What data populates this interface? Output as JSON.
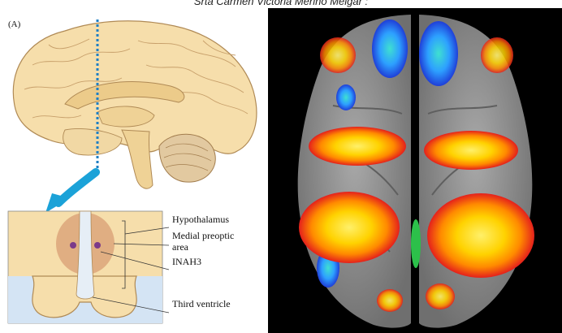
{
  "caption": "Srta Carmen Victoria Merino Melgar :",
  "panel_label": "(A)",
  "labels": {
    "hypothalamus": "Hypothalamus",
    "medial_preoptic_1": "Medial preoptic",
    "medial_preoptic_2": "area",
    "inah3": "INAH3",
    "third_ventricle": "Third ventricle"
  },
  "colors": {
    "brain_fill": "#f6deab",
    "brain_stroke": "#b08a55",
    "cerebellum": "#e2c9a0",
    "ventricle_blue": "#d4e4f4",
    "dotted_line": "#1f7fc4",
    "arrow": "#1ba2d8",
    "mpoa": "#dca67a",
    "inah3_nucleus": "#7b3a8a",
    "fmri_background": "#000000",
    "cortex_grey": "#8f8f8f",
    "activation_hot": "#ffd200",
    "activation_cool": "#2d8cff"
  }
}
